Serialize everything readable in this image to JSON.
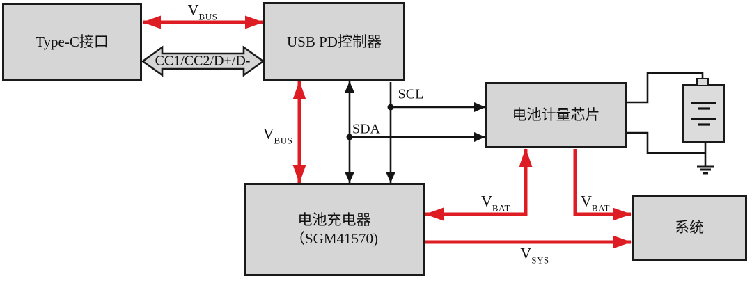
{
  "boxes": {
    "typec": {
      "label": "Type-C接口"
    },
    "usbpd": {
      "label": "USB PD控制器"
    },
    "gauge": {
      "label": "电池计量芯片"
    },
    "charger": {
      "line1": "电池充电器",
      "line2": "（SGM41570)"
    },
    "system": {
      "label": "系统"
    }
  },
  "signals": {
    "vbus_top": {
      "base": "V",
      "sub": "BUS"
    },
    "vbus_mid": {
      "base": "V",
      "sub": "BUS"
    },
    "cc_bus": "CC1/CC2/D+/D-",
    "scl": "SCL",
    "sda": "SDA",
    "vbat_left": {
      "base": "V",
      "sub": "BAT"
    },
    "vbat_right": {
      "base": "V",
      "sub": "BAT"
    },
    "vsys": {
      "base": "V",
      "sub": "SYS"
    }
  },
  "colors": {
    "box_fill": "#d6d6d6",
    "box_border": "#1a1a1a",
    "wire_black": "#141414",
    "accent_red": "#dd1c23"
  }
}
